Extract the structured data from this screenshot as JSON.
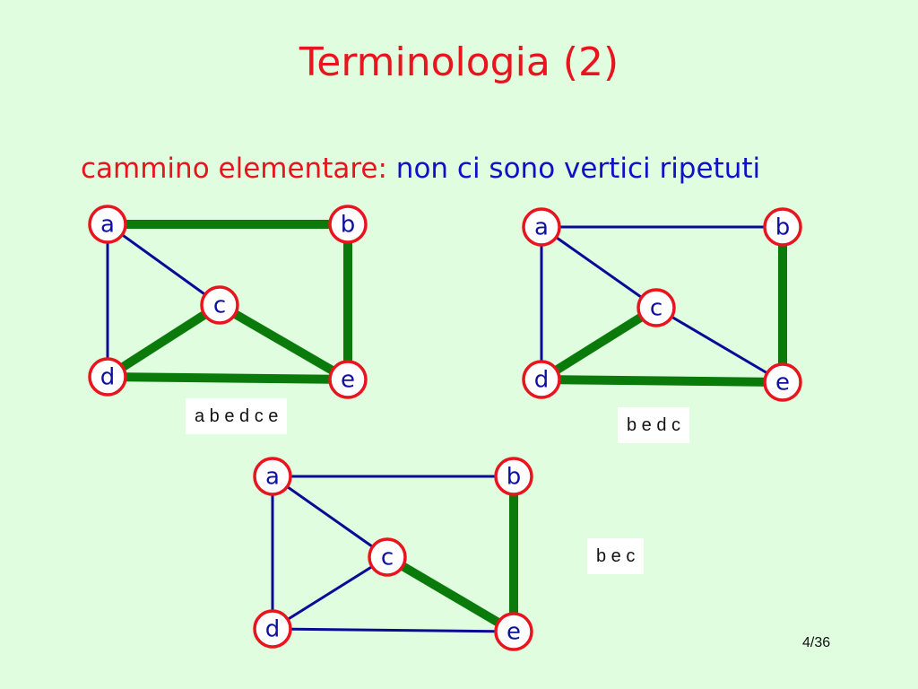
{
  "title": "Terminologia (2)",
  "subtitle": {
    "term": "cammino elementare:",
    "definition": "non ci sono vertici ripetuti"
  },
  "colors": {
    "background": "#e0fde0",
    "node_border": "#e8141e",
    "edge": "#0a0a96",
    "path_edge": "#0a7a0a",
    "title": "#e8141e",
    "definition": "#1010c8"
  },
  "graphs": [
    {
      "path_label": "a b e d c e",
      "vertices": [
        "a",
        "b",
        "c",
        "d",
        "e"
      ],
      "edges": [
        {
          "from": "a",
          "to": "b",
          "in_path": true
        },
        {
          "from": "a",
          "to": "d",
          "in_path": false
        },
        {
          "from": "a",
          "to": "c",
          "in_path": false
        },
        {
          "from": "b",
          "to": "e",
          "in_path": true
        },
        {
          "from": "c",
          "to": "d",
          "in_path": true
        },
        {
          "from": "c",
          "to": "e",
          "in_path": true
        },
        {
          "from": "d",
          "to": "e",
          "in_path": true
        }
      ]
    },
    {
      "path_label": "b e d c",
      "vertices": [
        "a",
        "b",
        "c",
        "d",
        "e"
      ],
      "edges": [
        {
          "from": "a",
          "to": "b",
          "in_path": false
        },
        {
          "from": "a",
          "to": "d",
          "in_path": false
        },
        {
          "from": "a",
          "to": "c",
          "in_path": false
        },
        {
          "from": "b",
          "to": "e",
          "in_path": true
        },
        {
          "from": "c",
          "to": "d",
          "in_path": true
        },
        {
          "from": "c",
          "to": "e",
          "in_path": false
        },
        {
          "from": "d",
          "to": "e",
          "in_path": true
        }
      ]
    },
    {
      "path_label": "b e c",
      "vertices": [
        "a",
        "b",
        "c",
        "d",
        "e"
      ],
      "edges": [
        {
          "from": "a",
          "to": "b",
          "in_path": false
        },
        {
          "from": "a",
          "to": "d",
          "in_path": false
        },
        {
          "from": "a",
          "to": "c",
          "in_path": false
        },
        {
          "from": "b",
          "to": "e",
          "in_path": true
        },
        {
          "from": "c",
          "to": "d",
          "in_path": false
        },
        {
          "from": "c",
          "to": "e",
          "in_path": true
        },
        {
          "from": "d",
          "to": "e",
          "in_path": false
        }
      ]
    }
  ],
  "page_number": "4/36"
}
